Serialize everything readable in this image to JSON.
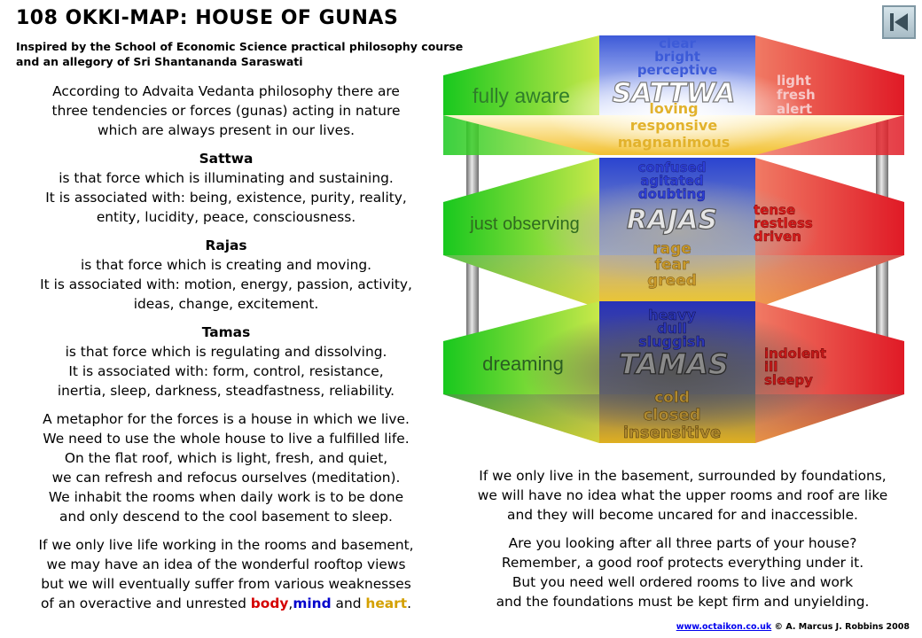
{
  "title": "108 OKKI-MAP: HOUSE OF GUNAS",
  "subtitle_lines": [
    "Inspired by the School of Economic Science practical philosophy course",
    "and an allegory of Sri Shantananda Saraswati"
  ],
  "intro": [
    "According to Advaita Vedanta philosophy there are",
    "three tendencies or forces (gunas) acting in nature",
    "which are always present in our lives."
  ],
  "gunas": [
    {
      "name": "Sattwa",
      "lines": [
        "is that force which is illuminating and sustaining.",
        "It is associated with: being, existence, purity, reality,",
        "entity, lucidity, peace, consciousness."
      ]
    },
    {
      "name": "Rajas",
      "lines": [
        "is that force which is creating and moving.",
        "It is associated with: motion, energy, passion, activity,",
        "ideas, change, excitement."
      ]
    },
    {
      "name": "Tamas",
      "lines": [
        "is that force which is regulating and dissolving.",
        "It is associated with: form, control, resistance,",
        "inertia, sleep, darkness, steadfastness, reliability."
      ]
    }
  ],
  "metaphor": [
    "A metaphor for the forces is a house in which we live.",
    "We need to use the whole house to live a fulfilled life.",
    "On the flat roof, which is light, fresh, and quiet,",
    "we can refresh and refocus ourselves (meditation).",
    "We inhabit the rooms when daily work is to be done",
    "and only descend to the cool basement to sleep."
  ],
  "warning": {
    "lines": [
      "If we only live life working in the rooms and basement,",
      "we may have an idea of the wonderful rooftop views",
      "but we will eventually suffer from various weaknesses"
    ],
    "last_prefix": "of an overactive and unrested ",
    "body": "body",
    "comma": ",",
    "mind": "mind",
    "and": " and ",
    "heart": "heart",
    "period": "."
  },
  "basement_text": [
    "If we only live in the basement, surrounded by foundations,",
    "we will have no idea what the upper rooms and roof are like",
    "and they will become uncared for and inaccessible."
  ],
  "closing": [
    "Are you looking after all three parts of your house?",
    "Remember, a good roof protects everything under it.",
    "But you need well ordered rooms to live and work",
    "and the foundations must be kept firm and unyielding."
  ],
  "footer": {
    "link": "www.octaikon.co.uk",
    "credit": " © A. Marcus J. Robbins 2008"
  },
  "levels": {
    "sattwa": {
      "name": "SATTWA",
      "left": "fully aware",
      "top": [
        "clear",
        "bright",
        "perceptive"
      ],
      "right": [
        "light",
        "fresh",
        "alert"
      ],
      "bottom": [
        "loving",
        "responsive",
        "magnanimous"
      ]
    },
    "rajas": {
      "name": "RAJAS",
      "left": "just observing",
      "top": [
        "confused",
        "agitated",
        "doubting"
      ],
      "right": [
        "tense",
        "restless",
        "driven"
      ],
      "bottom": [
        "rage",
        "fear",
        "greed"
      ]
    },
    "tamas": {
      "name": "TAMAS",
      "left": "dreaming",
      "top": [
        "heavy",
        "dull",
        "sluggish"
      ],
      "right": [
        "indolent",
        "ill",
        "sleepy"
      ],
      "bottom": [
        "cold",
        "closed",
        "insensitive"
      ]
    }
  },
  "colors": {
    "top_blue": "#3d5bd8",
    "right_red": "#e0202a",
    "bottom_yellow": "#e8b82a",
    "body": "#d40000",
    "mind": "#0000cc",
    "heart": "#d4a000"
  }
}
